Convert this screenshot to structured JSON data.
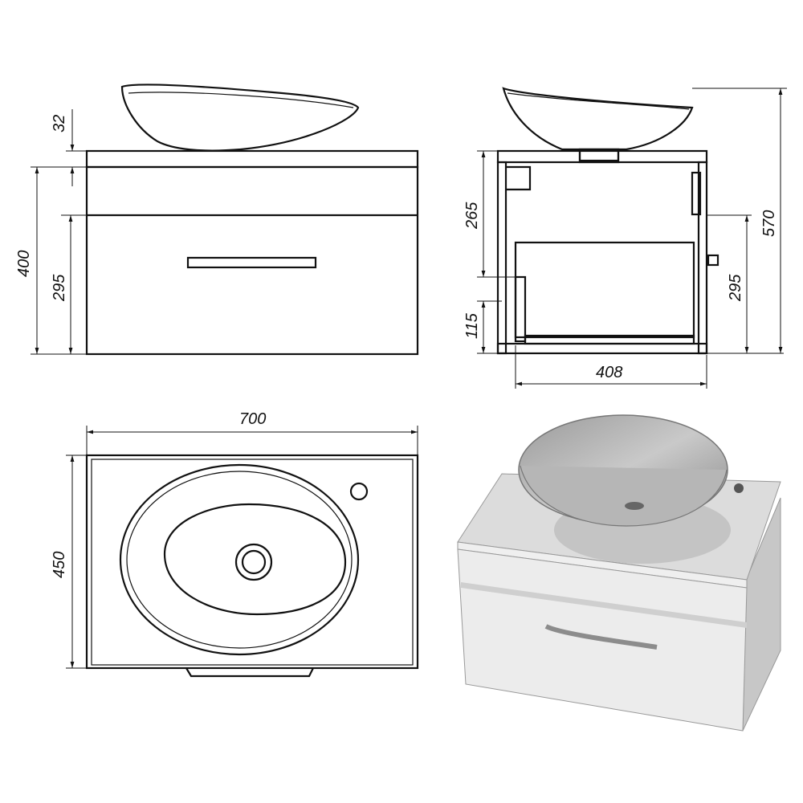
{
  "drawing": {
    "front_view": {
      "dimensions": {
        "basin_height": "32",
        "cabinet_height": "400",
        "drawer_height": "295"
      }
    },
    "side_view": {
      "dimensions": {
        "upper": "265",
        "lower": "115",
        "drawer": "295",
        "total": "570",
        "depth": "408"
      }
    },
    "top_view": {
      "dimensions": {
        "width": "700",
        "depth": "450"
      }
    },
    "render_view": {
      "colors": {
        "cabinet": "#e6e6e6",
        "basin": "#bdbdbd",
        "shadow": "#8c8c8c"
      }
    }
  }
}
